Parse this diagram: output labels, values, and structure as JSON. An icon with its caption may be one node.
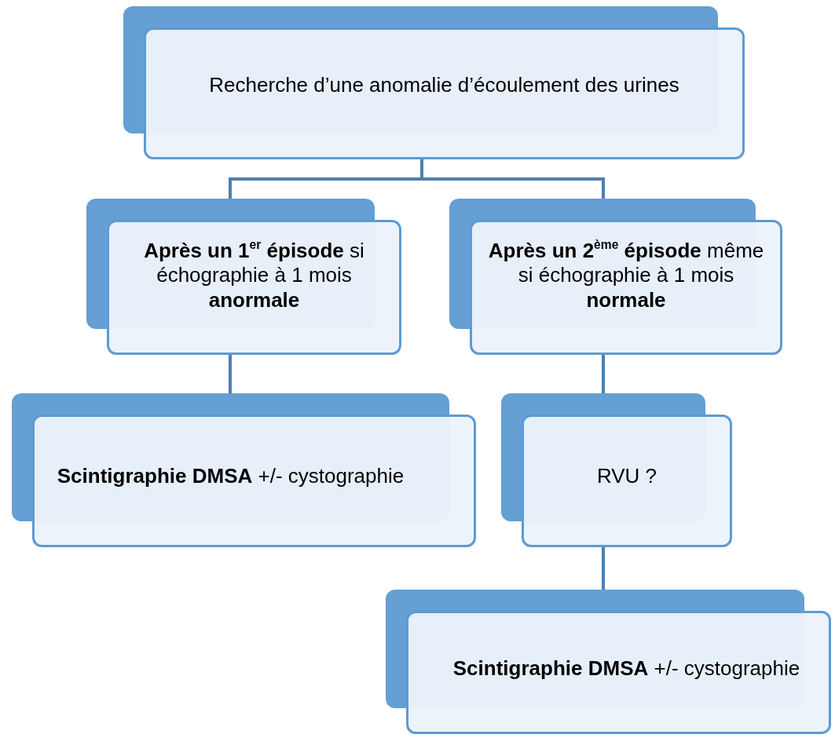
{
  "diagram": {
    "nodes": [
      {
        "text": [
          "Recherche d’une anomalie d’écoulement des urines"
        ]
      },
      {
        "text": [
          "**Après un 1$^{er}$ épisode** si échographie à 1 mois **anormale**"
        ]
      },
      {
        "text": [
          "**Après un 2$^{ème}$ épisode** même si échographie à 1 mois **normale**"
        ]
      },
      {
        "text": [
          "**Scintigraphie DMSA** +/- cystographie"
        ]
      },
      {
        "text": [
          "RVU ?"
        ]
      },
      {
        "text": [
          "**Scintigraphie DMSA** +/- cystographie"
        ]
      }
    ],
    "edges": [
      {
        "from": 0,
        "to": 1,
        "arrow": "none"
      },
      {
        "from": 0,
        "to": 2,
        "arrow": "none"
      },
      {
        "from": 1,
        "to": 3,
        "arrow": "none"
      },
      {
        "from": 2,
        "to": 4,
        "arrow": "none"
      },
      {
        "from": 4,
        "to": 5,
        "arrow": "none"
      }
    ]
  }
}
